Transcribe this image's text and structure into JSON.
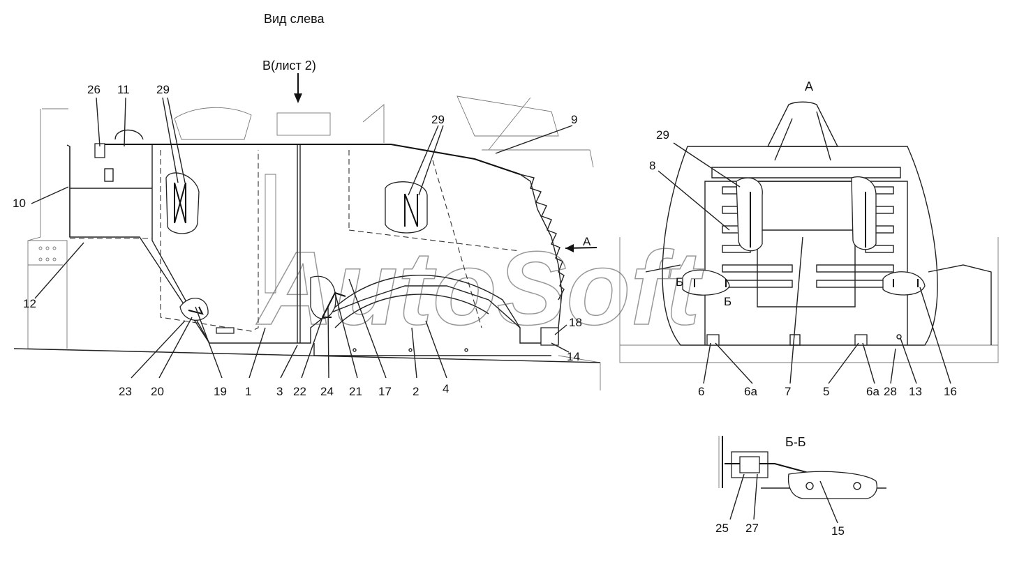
{
  "titles": {
    "side_view": "Вид слева",
    "view_b_ref": "В(лист 2)",
    "view_a": "А",
    "section": "Б-Б",
    "arrow_a": "А",
    "cut_left": "Б",
    "cut_right": "Б"
  },
  "watermark": "AutoSoft",
  "callouts_side": [
    "26",
    "11",
    "29",
    "10",
    "12",
    "23",
    "20",
    "19",
    "1",
    "3",
    "22",
    "24",
    "21",
    "17",
    "2",
    "4",
    "29",
    "9",
    "18",
    "14"
  ],
  "callouts_front": [
    "29",
    "8",
    "6",
    "6а",
    "7",
    "5",
    "6а",
    "28",
    "13",
    "16"
  ],
  "callouts_section": [
    "25",
    "27",
    "15"
  ]
}
